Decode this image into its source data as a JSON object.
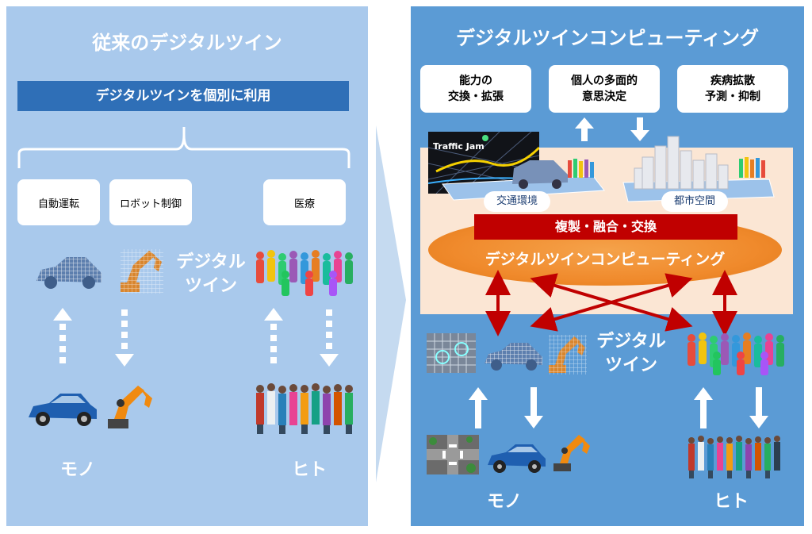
{
  "left_panel": {
    "title": "従来のデジタルツイン",
    "banner": "デジタルツインを個別に利用",
    "cards": [
      "自動運転",
      "ロボット制御",
      "医療"
    ],
    "twin_label_line1": "デジタル",
    "twin_label_line2": "ツイン",
    "bottom_labels": [
      "モノ",
      "ヒト"
    ]
  },
  "right_panel": {
    "title": "デジタルツインコンピューティング",
    "cards": [
      {
        "line1": "能力の",
        "line2": "交換・拡張"
      },
      {
        "line1": "個人の多面的",
        "line2": "意思決定"
      },
      {
        "line1": "疾病拡散",
        "line2": "予測・抑制"
      }
    ],
    "traffic_caption": "Traffic Jam",
    "space_labels": [
      "交通環境",
      "都市空間"
    ],
    "band_label": "複製・融合・交換",
    "oval_title": "デジタルツインコンピューティング",
    "twin_label_line1": "デジタル",
    "twin_label_line2": "ツイン",
    "bottom_labels": [
      "モノ",
      "ヒト"
    ]
  },
  "colors": {
    "left_bg": "#a9c9ec",
    "right_bg": "#5b9bd5",
    "banner": "#2f6fb7",
    "orange": "#f08a2c",
    "red": "#c00000",
    "cream": "#fbe6d4"
  }
}
